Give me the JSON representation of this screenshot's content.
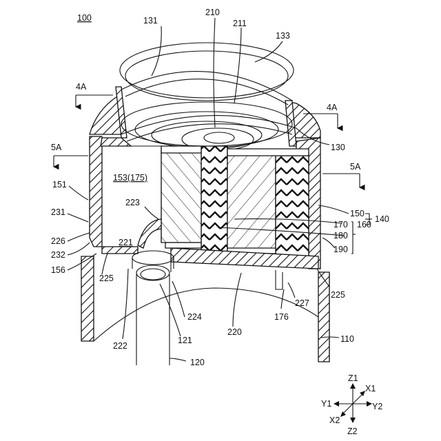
{
  "figure": {
    "ref_main": "100",
    "labels": {
      "l131": "131",
      "l210": "210",
      "l211": "211",
      "l133": "133",
      "l4A_left": "4A",
      "l4A_right": "4A",
      "l5A_left": "5A",
      "l5A_right": "5A",
      "l130": "130",
      "l153": "153(175)",
      "l151": "151",
      "l223": "223",
      "l150": "150",
      "l140": "140",
      "l170": "170",
      "l160": "160",
      "l180": "180",
      "l190": "190",
      "l231": "231",
      "l226": "226",
      "l232": "232",
      "l156": "156",
      "l221": "221",
      "l225_left": "225",
      "l225_right": "225",
      "l227": "227",
      "l224": "224",
      "l176": "176",
      "l121": "121",
      "l220": "220",
      "l222": "222",
      "l110": "110",
      "l120": "120"
    },
    "axes": {
      "z1": "Z1",
      "x1": "X1",
      "y1": "Y1",
      "y2": "Y2",
      "x2": "X2",
      "z2": "Z2"
    }
  }
}
